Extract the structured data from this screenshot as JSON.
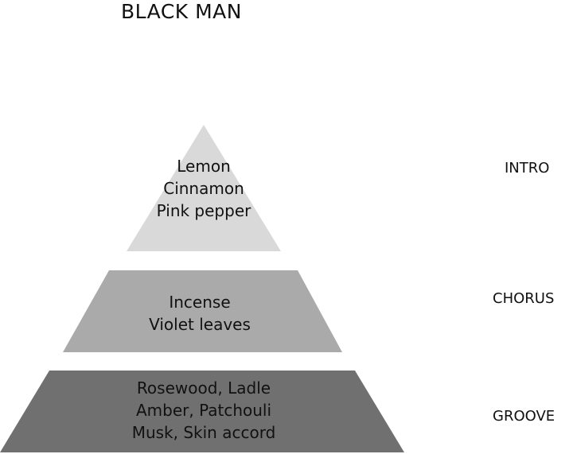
{
  "title": "BLACK MAN",
  "colors": {
    "top": "#d9d9d9",
    "middle": "#aaaaaa",
    "bottom": "#707070"
  },
  "tiers": [
    {
      "label": "INTRO",
      "notes": [
        "Lemon",
        "Cinnamon",
        "Pink pepper"
      ]
    },
    {
      "label": "CHORUS",
      "notes": [
        "Incense",
        "Violet leaves"
      ]
    },
    {
      "label": "GROOVE",
      "notes": [
        "Rosewood, Ladle",
        "Amber, Patchouli",
        "Musk, Skin accord"
      ]
    }
  ]
}
